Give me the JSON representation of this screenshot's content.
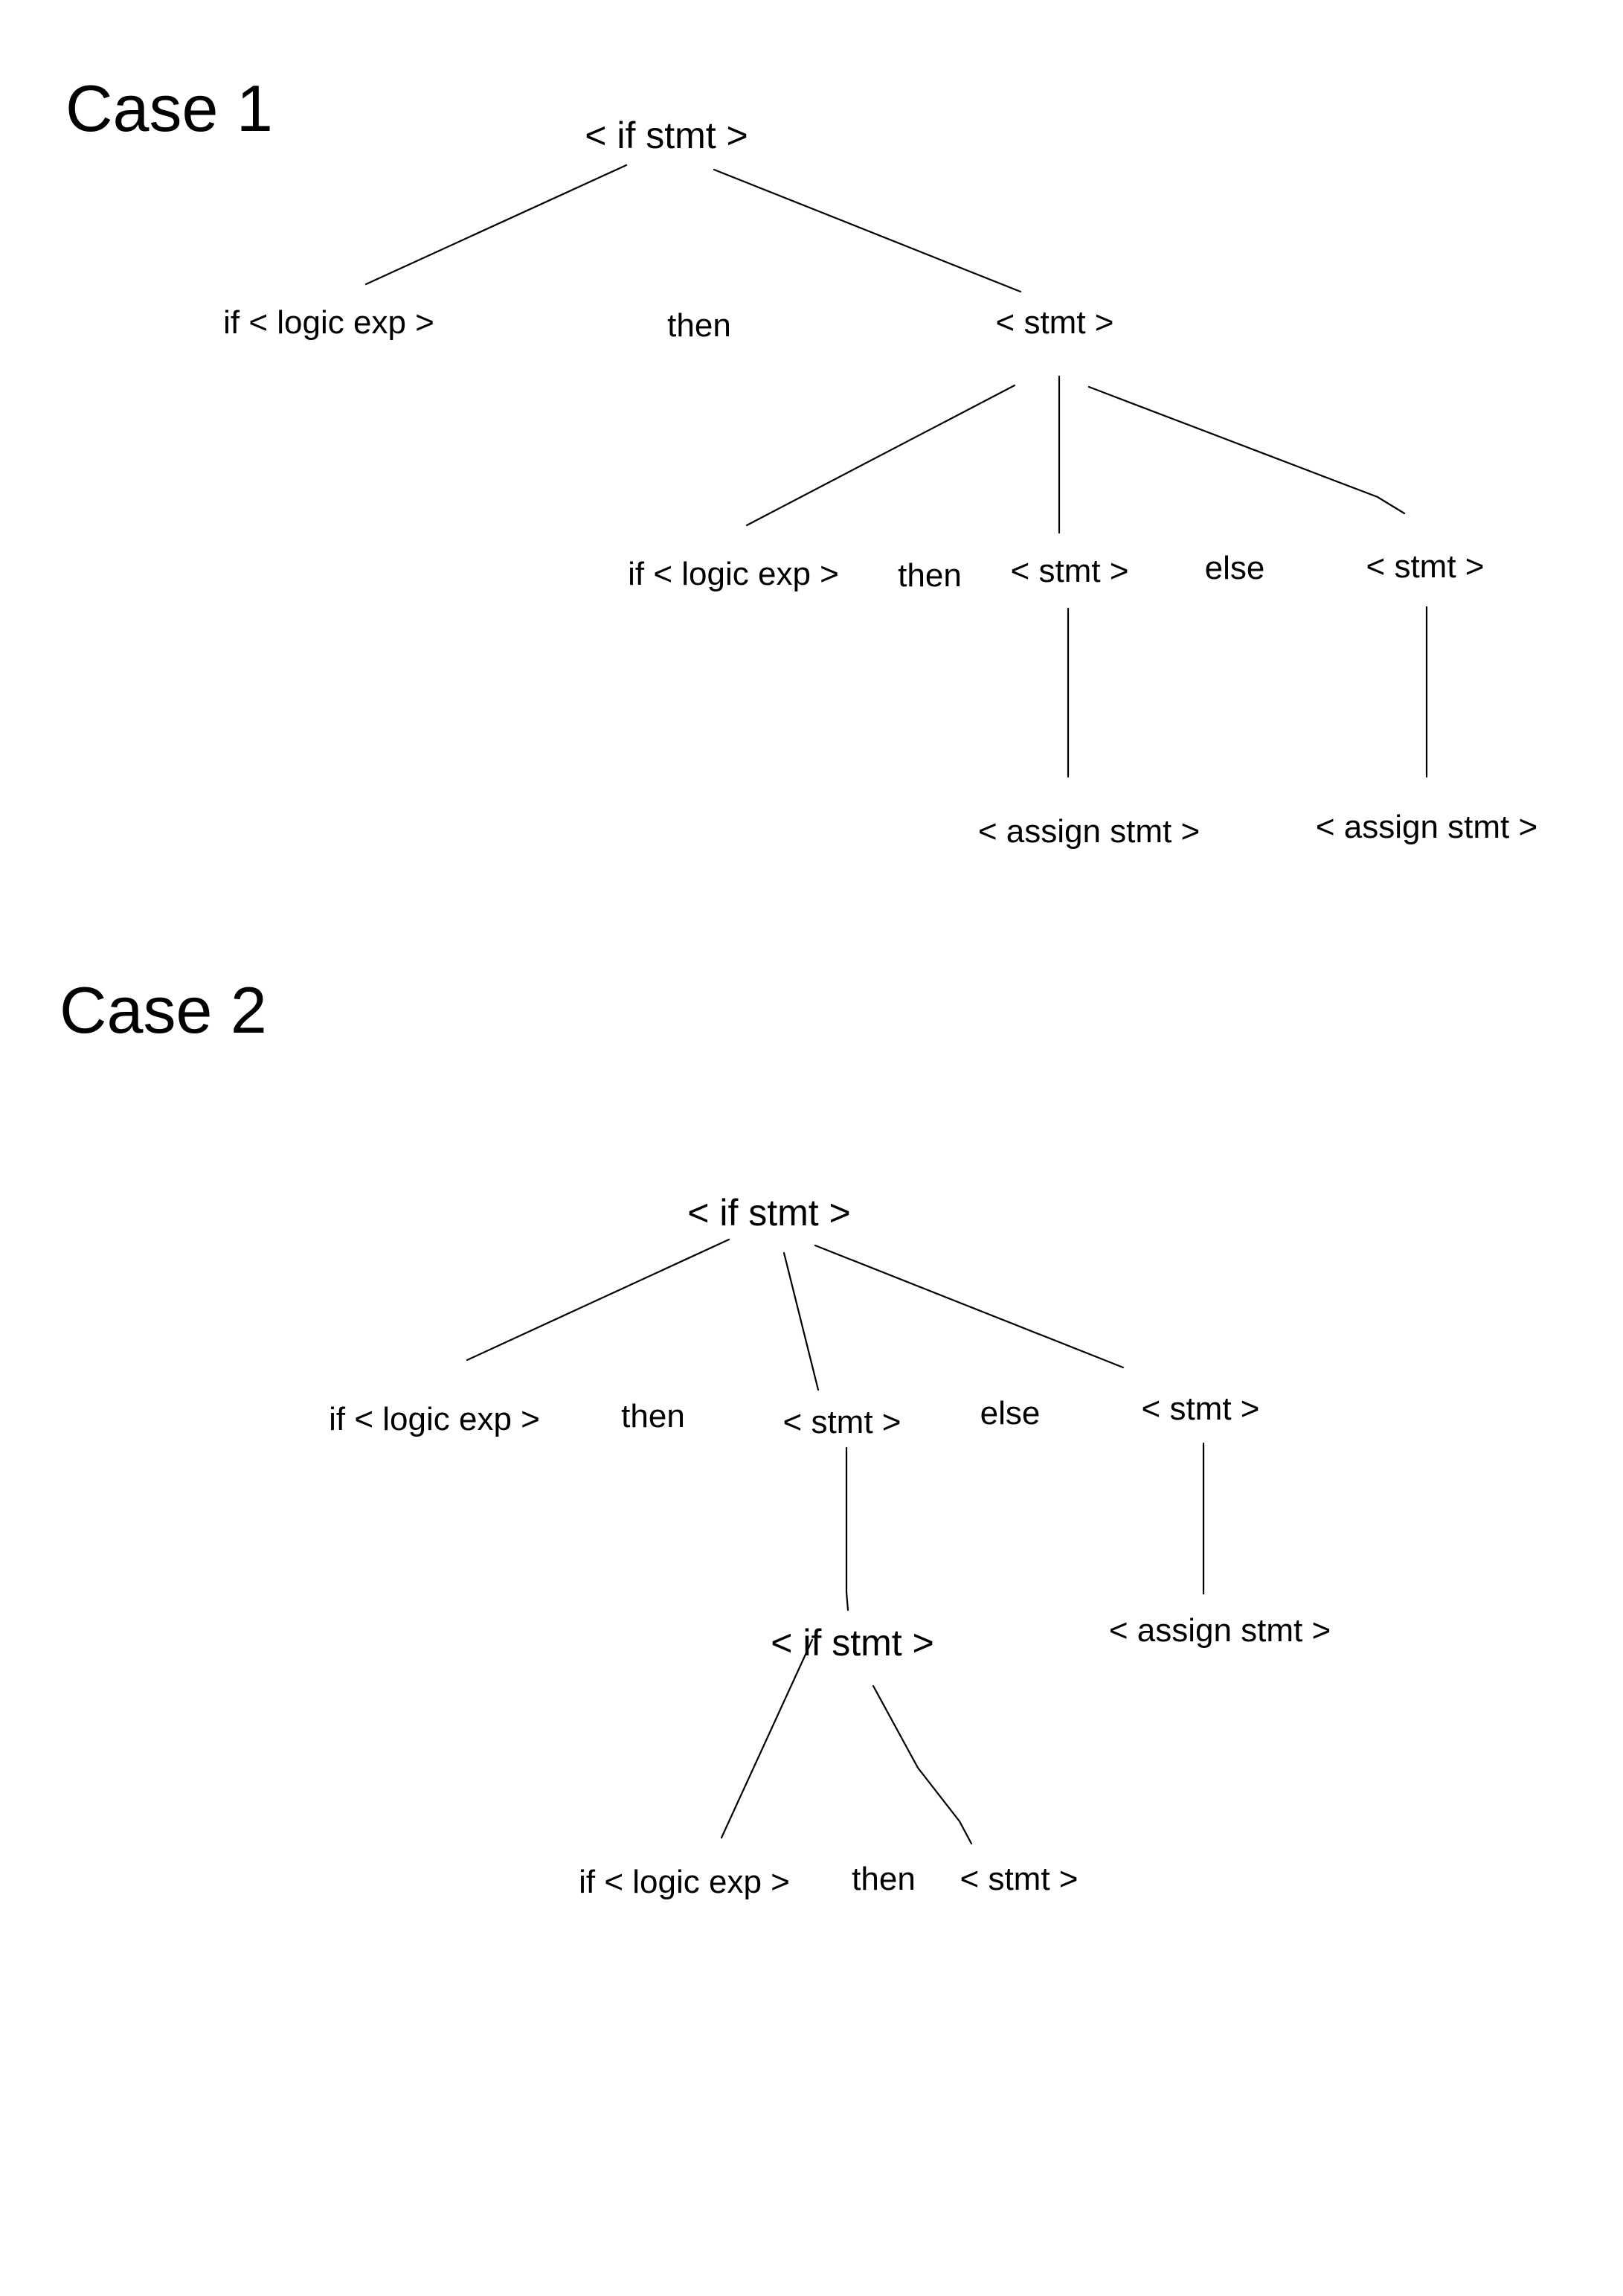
{
  "case1": {
    "title": "Case 1",
    "root": "< if stmt >",
    "level1": {
      "logic": "if < logic exp >",
      "then": "then",
      "stmt": "< stmt >"
    },
    "level2": {
      "logic": "if < logic exp >",
      "then": "then",
      "stmt1": "< stmt >",
      "else": "else",
      "stmt2": "< stmt >"
    },
    "level3": {
      "assign1": "< assign stmt >",
      "assign2": "< assign stmt >"
    }
  },
  "case2": {
    "title": "Case 2",
    "root": "< if stmt >",
    "level1": {
      "logic": "if < logic exp >",
      "then": "then",
      "stmt1": "< stmt >",
      "else": "else",
      "stmt2": "< stmt >"
    },
    "level2": {
      "ifstmt": "< if stmt >",
      "assign": "< assign stmt >"
    },
    "level3": {
      "logic": "if < logic exp >",
      "then": "then",
      "stmt": "< stmt >"
    }
  }
}
